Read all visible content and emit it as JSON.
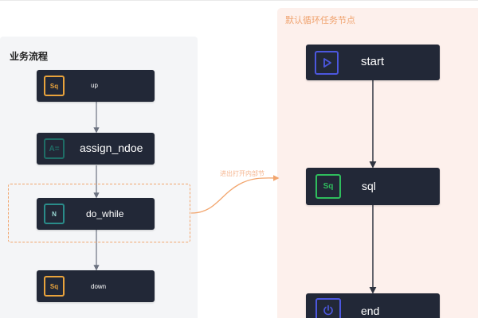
{
  "left_flow": {
    "title": "业务流程",
    "nodes": [
      {
        "id": "up",
        "label": "up",
        "icon_text": "Sq",
        "icon_name": "sql-icon"
      },
      {
        "id": "assign_ndoe",
        "label": "assign_ndoe",
        "icon_text": "A=",
        "icon_name": "assign-icon"
      },
      {
        "id": "do_while",
        "label": "do_while",
        "icon_text": "N",
        "icon_name": "loop-icon"
      },
      {
        "id": "down",
        "label": "down",
        "icon_text": "Sq",
        "icon_name": "sql-icon"
      }
    ]
  },
  "right_flow": {
    "title": "默认循环任务节点",
    "nodes": [
      {
        "id": "start",
        "label": "start",
        "icon_name": "play-icon"
      },
      {
        "id": "sql",
        "label": "sql",
        "icon_text": "Sq",
        "icon_name": "sql-icon"
      },
      {
        "id": "end",
        "label": "end",
        "icon_name": "power-icon"
      }
    ]
  },
  "annotation": {
    "text": "进出打开内部节"
  },
  "colors": {
    "node_bg": "#222837",
    "left_panel_bg": "#f4f5f7",
    "right_panel_bg": "#fdf0ec",
    "accent_orange": "#f2a56d",
    "icon_orange": "#e9a33c",
    "icon_blue": "#4c57df",
    "icon_green": "#2fbd5d",
    "icon_teal": "#2a8c8a"
  }
}
